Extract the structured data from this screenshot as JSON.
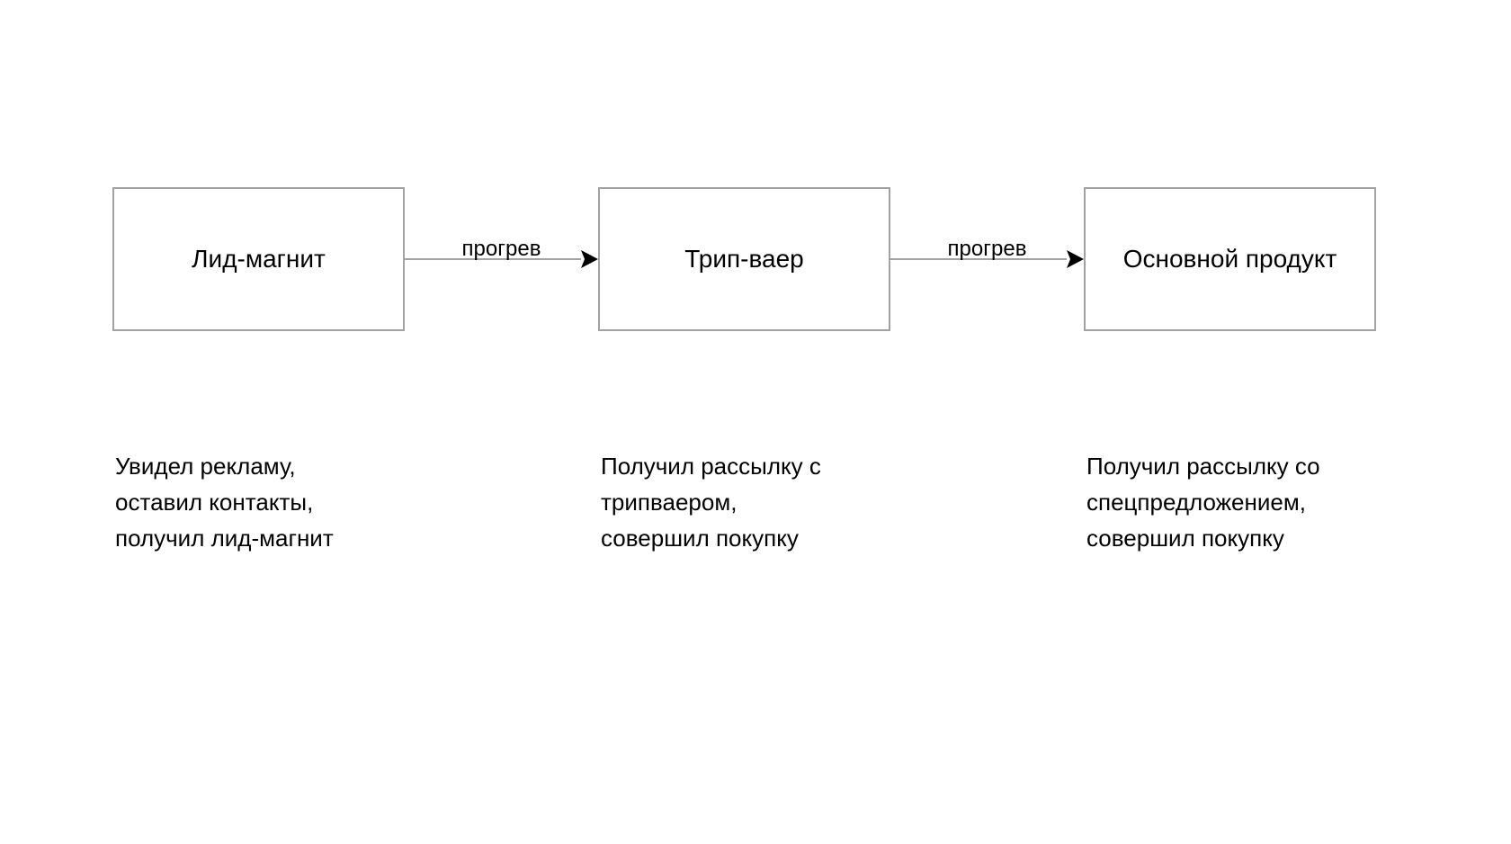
{
  "diagram": {
    "type": "flow",
    "background_color": "#ffffff",
    "node_border_color": "#a2a2a2",
    "connector_color": "#a2a2a2",
    "arrowhead_color": "#000000",
    "text_color": "#000000",
    "nodes": [
      {
        "id": "lead-magnet",
        "label": "Лид-магнит"
      },
      {
        "id": "tripwire",
        "label": "Трип-ваер"
      },
      {
        "id": "main-product",
        "label": "Основной продукт"
      }
    ],
    "edges": [
      {
        "id": "edge-lead-magnet-to-tripwire",
        "label": "прогрев",
        "from": "lead-magnet",
        "to": "tripwire",
        "arrowhead": "solid-triangle"
      },
      {
        "id": "edge-tripwire-to-main-product",
        "label": "прогрев",
        "from": "tripwire",
        "to": "main-product",
        "arrowhead": "solid-triangle"
      }
    ],
    "captions": [
      {
        "id": "caption-lead-magnet",
        "text": "Увидел рекламу,\nоставил контакты,\nполучил лид-магнит"
      },
      {
        "id": "caption-tripwire",
        "text": "Получил рассылку с\nтрипваером,\nсовершил покупку"
      },
      {
        "id": "caption-main-product",
        "text": "Получил рассылку со\nспецпредложением,\nсовершил покупку"
      }
    ]
  }
}
